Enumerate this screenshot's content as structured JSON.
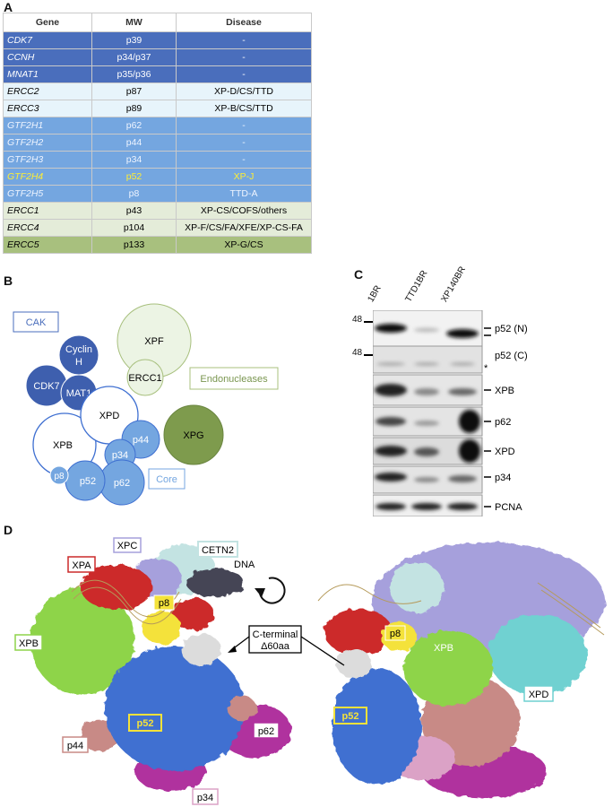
{
  "panels": {
    "a": "A",
    "b": "B",
    "c": "C",
    "d": "D"
  },
  "table": {
    "headers": [
      "Gene",
      "MW",
      "Disease"
    ],
    "rows": [
      {
        "gene": "CDK7",
        "mw": "p39",
        "disease": "-",
        "style": "dark"
      },
      {
        "gene": "CCNH",
        "mw": "p34/p37",
        "disease": "-",
        "style": "dark"
      },
      {
        "gene": "MNAT1",
        "mw": "p35/p36",
        "disease": "-",
        "style": "dark"
      },
      {
        "gene": "ERCC2",
        "mw": "p87",
        "disease": "XP-D/CS/TTD",
        "style": "pale"
      },
      {
        "gene": "ERCC3",
        "mw": "p89",
        "disease": "XP-B/CS/TTD",
        "style": "pale"
      },
      {
        "gene": "GTF2H1",
        "mw": "p62",
        "disease": "-",
        "style": "mid"
      },
      {
        "gene": "GTF2H2",
        "mw": "p44",
        "disease": "-",
        "style": "mid"
      },
      {
        "gene": "GTF2H3",
        "mw": "p34",
        "disease": "-",
        "style": "mid"
      },
      {
        "gene": "GTF2H4",
        "mw": "p52",
        "disease": "XP-J",
        "style": "mid hl"
      },
      {
        "gene": "GTF2H5",
        "mw": "p8",
        "disease": "TTD-A",
        "style": "mid"
      },
      {
        "gene": "ERCC1",
        "mw": "p43",
        "disease": "XP-CS/COFS/others",
        "style": "lgreen"
      },
      {
        "gene": "ERCC4",
        "mw": "p104",
        "disease": "XP-F/CS/FA/XFE/XP-CS-FA",
        "style": "lgreen"
      },
      {
        "gene": "ERCC5",
        "mw": "p133",
        "disease": "XP-G/CS",
        "style": "green"
      }
    ]
  },
  "diagram": {
    "cak_label": "CAK",
    "endo_label": "Endonucleases",
    "core_label": "Core",
    "cyclin": "Cyclin",
    "cyclin2": "H",
    "cdk7": "CDK7",
    "mat1": "MAT1",
    "xpf": "XPF",
    "ercc1": "ERCC1",
    "xpd": "XPD",
    "xpb": "XPB",
    "xpg": "XPG",
    "p44": "p44",
    "p34": "p34",
    "p8": "p8",
    "p52": "p52",
    "p62": "p62"
  },
  "blot": {
    "lanes": [
      "1BR",
      "TTD1BR",
      "XP140BR"
    ],
    "mw_marker": "48",
    "rows": [
      "p52 (N)",
      "p52 (C)",
      "XPB",
      "p62",
      "XPD",
      "p34",
      "PCNA"
    ],
    "asterisk": "*"
  },
  "structure": {
    "labels": {
      "xpc": "XPC",
      "cetn2": "CETN2",
      "xpa": "XPA",
      "dna": "DNA",
      "xpb": "XPB",
      "p8": "p8",
      "cterm1": "C-terminal",
      "cterm2": "Δ60aa",
      "p52": "p52",
      "p62": "p62",
      "p44": "p44",
      "p34": "p34",
      "xpd": "XPD"
    },
    "colors": {
      "xpb": "#8ed44a",
      "p52": "#3f6fd1",
      "p62": "#b0309e",
      "p44": "#c88a86",
      "p34": "#dba2c6",
      "xpa": "#cc2a2a",
      "xpc": "#a6a0dc",
      "cetn2": "#c3e3e2",
      "p8": "#f4e23a",
      "cterm": "#dcdcdc",
      "xpd": "#6fd1d1"
    }
  }
}
